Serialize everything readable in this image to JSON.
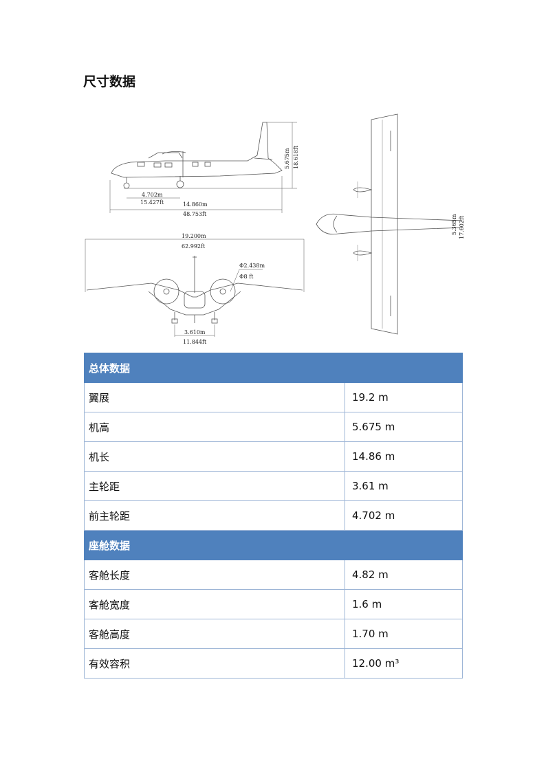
{
  "page": {
    "title": "尺寸数据"
  },
  "drawing": {
    "side_view": {
      "nose_main_gear_m": "4.702m",
      "nose_main_gear_ft": "15.427ft",
      "length_m": "14.860m",
      "length_ft": "48.753ft",
      "height_m": "5.675m",
      "height_ft": "18.618ft"
    },
    "front_view": {
      "span_m": "19.200m",
      "span_ft": "62.992ft",
      "prop_dia_m": "Φ2.438m",
      "prop_dia_ft": "Φ8 ft",
      "track_m": "3.610m",
      "track_ft": "11.844ft"
    },
    "top_view": {
      "tail_span_m": "5.365m",
      "tail_span_ft": "17.602ft"
    }
  },
  "tables": [
    {
      "header": "总体数据",
      "rows": [
        {
          "label": "翼展",
          "value": "19.2 m"
        },
        {
          "label": "机高",
          "value": "5.675 m"
        },
        {
          "label": "机长",
          "value": "14.86 m"
        },
        {
          "label": "主轮距",
          "value": "3.61 m"
        },
        {
          "label": "前主轮距",
          "value": "4.702 m"
        }
      ]
    },
    {
      "header": "座舱数据",
      "rows": [
        {
          "label": "客舱长度",
          "value": "4.82 m"
        },
        {
          "label": "客舱宽度",
          "value": "1.6 m"
        },
        {
          "label": "客舱高度",
          "value": "1.70 m"
        },
        {
          "label": "有效容积",
          "value": "12.00 m³"
        }
      ]
    }
  ]
}
